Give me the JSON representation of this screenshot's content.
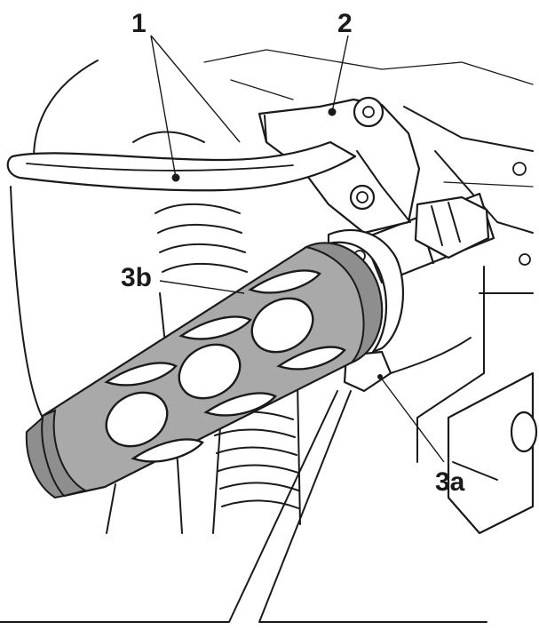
{
  "callouts": {
    "lever": "1",
    "adjuster": "2",
    "grip_mark_a": "3a",
    "grip_mark_b": "3b"
  },
  "colors": {
    "ink": "#1a1a1a",
    "grip": "#a9a9a9",
    "background": "#ffffff"
  }
}
